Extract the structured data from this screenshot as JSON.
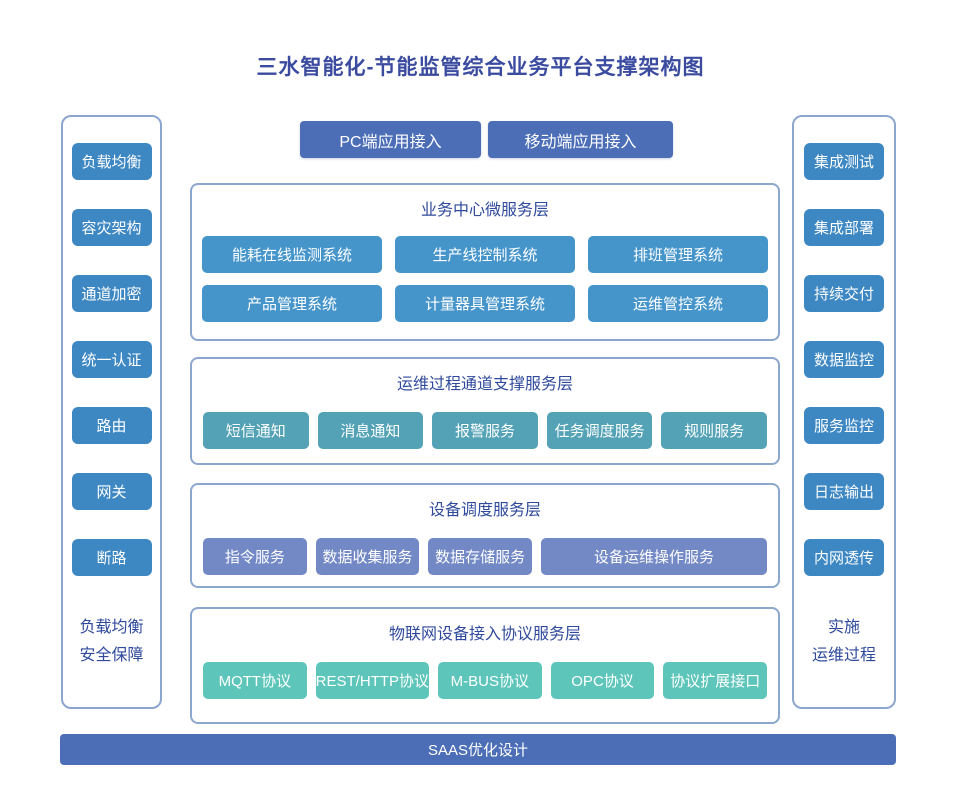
{
  "page_title": "三水智能化-节能监管综合业务平台支撑架构图",
  "top_access": {
    "pc": "PC端应用接入",
    "mobile": "移动端应用接入"
  },
  "left_panel": {
    "items": [
      "负载均衡",
      "容灾架构",
      "通道加密",
      "统一认证",
      "路由",
      "网关",
      "断路"
    ],
    "footer": [
      "负载均衡",
      "安全保障"
    ]
  },
  "right_panel": {
    "items": [
      "集成测试",
      "集成部署",
      "持续交付",
      "数据监控",
      "服务监控",
      "日志输出",
      "内网透传"
    ],
    "footer": [
      "实施",
      "运维过程"
    ]
  },
  "sections": [
    {
      "title": "业务中心微服务层",
      "items": [
        "能耗在线监测系统",
        "生产线控制系统",
        "排班管理系统",
        "产品管理系统",
        "计量器具管理系统",
        "运维管控系统"
      ]
    },
    {
      "title": "运维过程通道支撑服务层",
      "items": [
        "短信通知",
        "消息通知",
        "报警服务",
        "任务调度服务",
        "规则服务"
      ]
    },
    {
      "title": "设备调度服务层",
      "items": [
        "指令服务",
        "数据收集服务",
        "数据存储服务",
        "设备运维操作服务"
      ]
    },
    {
      "title": "物联网设备接入协议服务层",
      "items": [
        "MQTT协议",
        "REST/HTTP协议",
        "M-BUS协议",
        "OPC协议",
        "协议扩展接口"
      ]
    }
  ],
  "bottom_bar": "SAAS优化设计",
  "colors": {
    "title_text": "#3a4ba0",
    "heading_text": "#2f4a9c",
    "panel_border": "#8ca6ce",
    "side_button_blue": "#3d87c3",
    "access_indigo": "#4b6eb6",
    "service_blue": "#4595cb",
    "channel_teal": "#53a2b6",
    "device_slate": "#7389c5",
    "protocol_mint": "#5ec5ba"
  }
}
